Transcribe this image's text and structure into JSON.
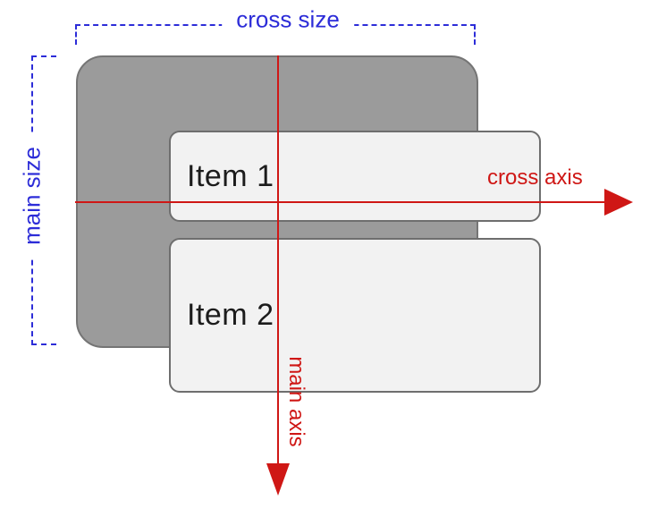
{
  "labels": {
    "cross_size": "cross size",
    "main_size": "main size",
    "cross_axis": "cross axis",
    "main_axis": "main axis"
  },
  "container": {
    "items": [
      {
        "label": "Item 1"
      },
      {
        "label": "Item 2"
      }
    ]
  },
  "colors": {
    "axis-red": "#cf1715",
    "size-blue": "#2d2dd8",
    "container-gray": "#9b9b9b",
    "container-border": "#757575",
    "item-bg": "#f2f2f2",
    "item-border": "#6e6e6e",
    "item-text": "#1c1c1c"
  }
}
